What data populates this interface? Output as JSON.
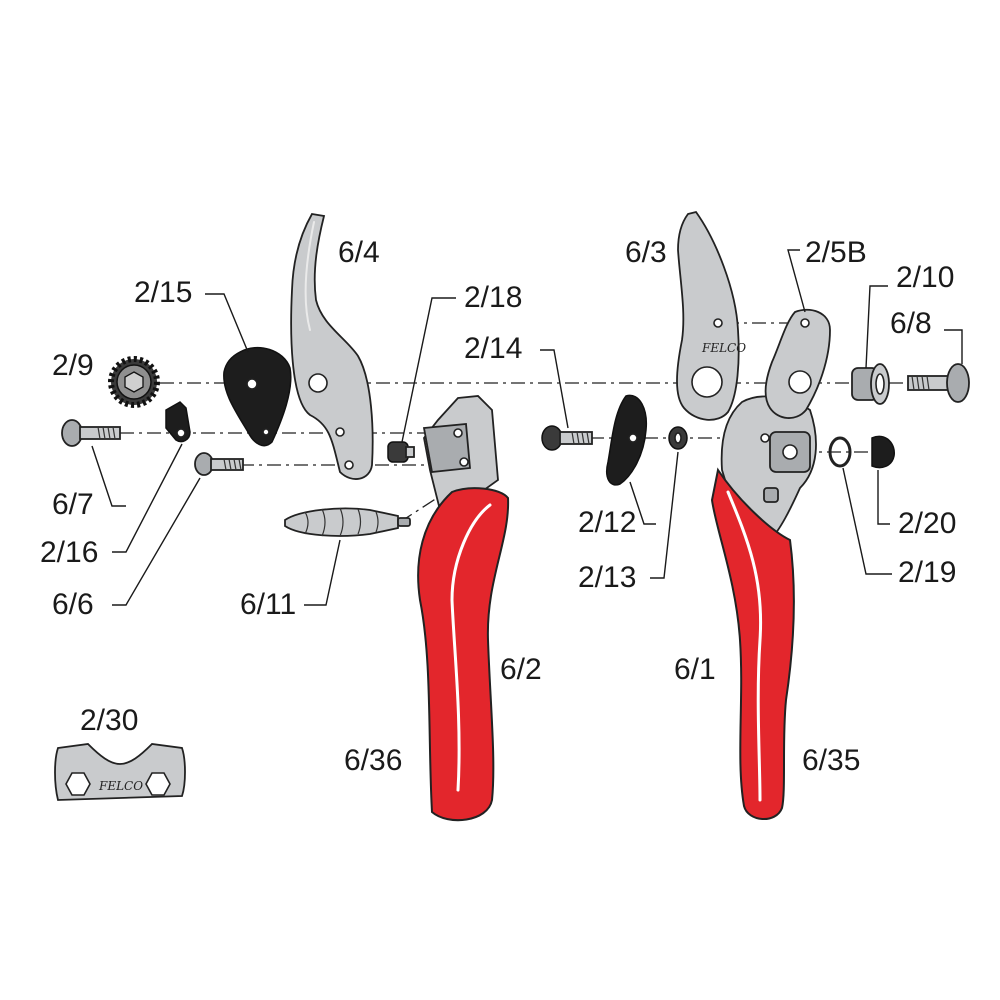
{
  "labels": {
    "p6_4": "6/4",
    "p6_3": "6/3",
    "p2_5b": "2/5B",
    "p2_10": "2/10",
    "p6_8": "6/8",
    "p2_15": "2/15",
    "p2_18": "2/18",
    "p2_14": "2/14",
    "p2_9": "2/9",
    "p6_7": "6/7",
    "p2_16": "2/16",
    "p6_6": "6/6",
    "p6_11": "6/11",
    "p2_12": "2/12",
    "p2_13": "2/13",
    "p2_20": "2/20",
    "p2_19": "2/19",
    "p6_2": "6/2",
    "p6_1": "6/1",
    "p6_36": "6/36",
    "p6_35": "6/35",
    "p2_30": "2/30"
  },
  "wrench_logo": "FELCO",
  "colors": {
    "handle_red": "#e3262c",
    "steel": "#c9cbcd",
    "black_part": "#1d1d1d"
  }
}
